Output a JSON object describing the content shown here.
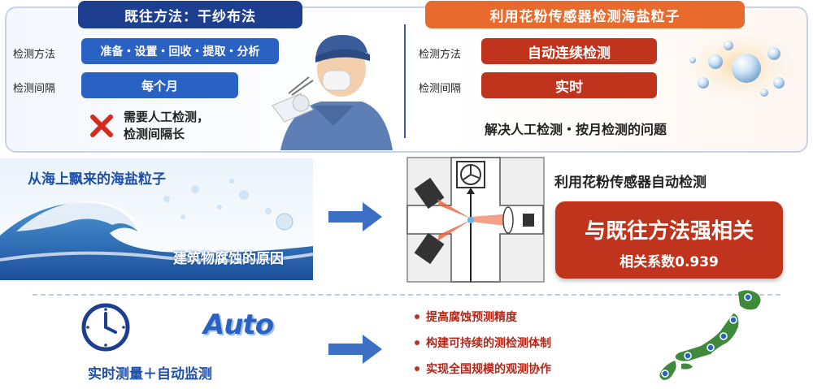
{
  "left_panel": {
    "header": "既往方法：干纱布法",
    "method_label": "检测方法",
    "method_value": "准备・设置・回收・提取・分析",
    "interval_label": "检测间隔",
    "interval_value": "每个月",
    "problem_line1": "需要人工检测，",
    "problem_line2": "检测间隔长"
  },
  "right_panel": {
    "header": "利用花粉传感器检测海盐粒子",
    "method_label": "检测方法",
    "method_value": "自动连续检测",
    "interval_label": "检测间隔",
    "interval_value": "实时",
    "solution": "解决人工检测・按月检测的问题"
  },
  "middle": {
    "wave_caption_top": "从海上飘来的海盐粒子",
    "wave_caption_bottom": "建筑物腐蚀的原因",
    "sensor_title": "利用花粉传感器自动检测",
    "result_title": "与既往方法强相关",
    "result_sub": "相关系数0.939"
  },
  "bottom": {
    "auto_text": "Auto",
    "caption": "实时测量＋自动监测",
    "benefits": [
      "提高腐蚀预测精度",
      "构建可持续的测检测体制",
      "实现全国规模的观测协作"
    ]
  },
  "colors": {
    "blue": "#2a62c4",
    "navy": "#1e3f8f",
    "orange": "#e86a2c",
    "red": "#c0341d"
  },
  "icons": [
    "cross-icon",
    "clock-icon",
    "arrow-right-icon",
    "japan-map-icon",
    "worker-illustration",
    "sea-salt-bubbles",
    "wave-illustration",
    "sensor-diagram"
  ]
}
